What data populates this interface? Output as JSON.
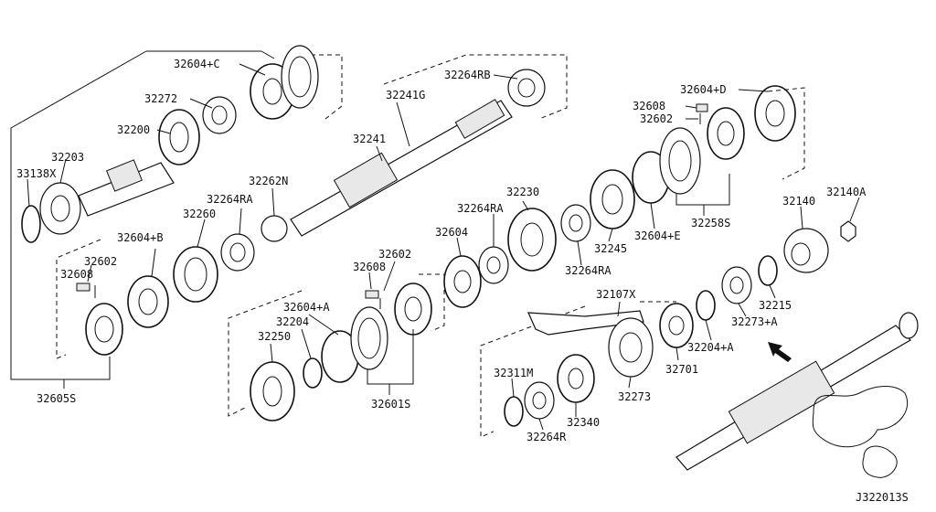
{
  "diagram_id": "J322013S",
  "labels": {
    "p32604C": "32604+C",
    "p32272": "32272",
    "p32200": "32200",
    "p32203": "32203",
    "p33138X": "33138X",
    "p32262N": "32262N",
    "p32264RA_1": "32264RA",
    "p32260": "32260",
    "p32604B": "32604+B",
    "p32602_1": "32602",
    "p32608_1": "32608",
    "p32605S": "32605S",
    "p32241G": "32241G",
    "p32241": "32241",
    "p32264RB": "32264RB",
    "p32608_2": "32608",
    "p32602_2": "32602",
    "p32604A": "32604+A",
    "p32204": "32204",
    "p32250": "32250",
    "p32601S": "32601S",
    "p32230": "32230",
    "p32264RA_2": "32264RA",
    "p32604": "32604",
    "p32245": "32245",
    "p32264RA_3": "32264RA",
    "p32604E": "32604+E",
    "p32258S": "32258S",
    "p32608_3": "32608",
    "p32602_3": "32602",
    "p32604D": "32604+D",
    "p32140": "32140",
    "p32140A": "32140A",
    "p32107X": "32107X",
    "p32215": "32215",
    "p32273A": "32273+A",
    "p32204A": "32204+A",
    "p32701": "32701",
    "p32273": "32273",
    "p32311M": "32311M",
    "p32340": "32340",
    "p32264R": "32264R"
  }
}
